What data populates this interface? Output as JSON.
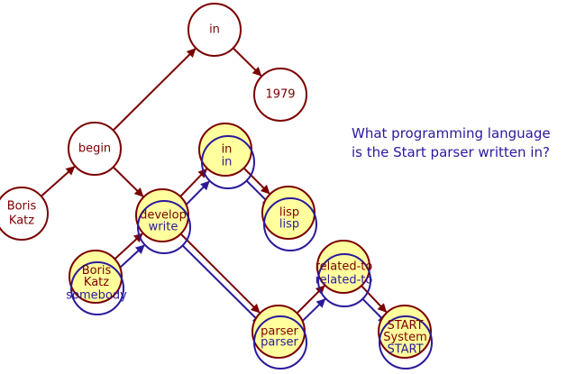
{
  "question": {
    "line1": "What programming language",
    "line2": "is the Start parser written in?"
  },
  "colors": {
    "red": "#7a0000",
    "blue": "#2a1a9a",
    "highlight": "#ffff9e",
    "plain_fill": "#ffffff"
  },
  "graph": {
    "plain_nodes": [
      {
        "id": "in_top",
        "lines": [
          "in"
        ]
      },
      {
        "id": "year",
        "lines": [
          "1979"
        ]
      },
      {
        "id": "begin",
        "lines": [
          "begin"
        ]
      },
      {
        "id": "boris_katz",
        "lines": [
          "Boris",
          "Katz"
        ]
      }
    ],
    "matched_nodes": [
      {
        "id": "in_mid",
        "red_lines": [
          "in"
        ],
        "blue_lines": [
          "in"
        ]
      },
      {
        "id": "develop",
        "red_lines": [
          "develop"
        ],
        "blue_lines": [
          "write"
        ]
      },
      {
        "id": "lisp",
        "red_lines": [
          "lisp"
        ],
        "blue_lines": [
          "lisp"
        ]
      },
      {
        "id": "boris_somebody",
        "red_lines": [
          "Boris",
          "Katz"
        ],
        "blue_lines": [
          "somebody"
        ]
      },
      {
        "id": "related",
        "red_lines": [
          "related-to"
        ],
        "blue_lines": [
          "related-to"
        ]
      },
      {
        "id": "parser",
        "red_lines": [
          "parser"
        ],
        "blue_lines": [
          "parser"
        ]
      },
      {
        "id": "start",
        "red_lines": [
          "START",
          "System"
        ],
        "blue_lines": [
          "START"
        ]
      }
    ]
  }
}
